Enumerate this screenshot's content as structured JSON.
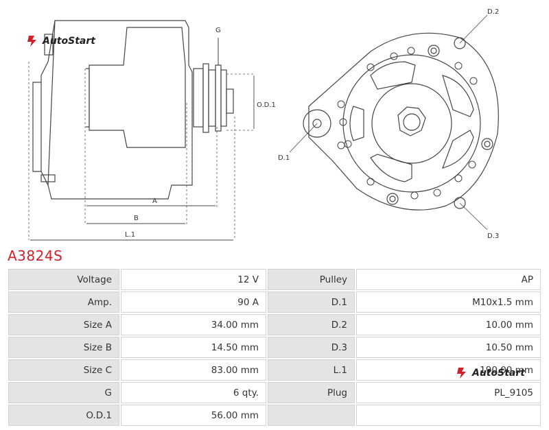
{
  "brand": {
    "name": "AutoStart",
    "accent": "#d0202a"
  },
  "diagram_labels": {
    "g": "G",
    "od1": "O.D.1",
    "a": "A",
    "b": "B",
    "l1": "L.1",
    "d1": "D.1",
    "d2": "D.2",
    "d3": "D.3"
  },
  "product_code": "A3824S",
  "specs": [
    {
      "left_label": "Voltage",
      "left_value": "12 V",
      "right_label": "Pulley",
      "right_value": "AP"
    },
    {
      "left_label": "Amp.",
      "left_value": "90 A",
      "right_label": "D.1",
      "right_value": "M10x1.5 mm"
    },
    {
      "left_label": "Size A",
      "left_value": "34.00 mm",
      "right_label": "D.2",
      "right_value": "10.00 mm"
    },
    {
      "left_label": "Size B",
      "left_value": "14.50 mm",
      "right_label": "D.3",
      "right_value": "10.50 mm"
    },
    {
      "left_label": "Size C",
      "left_value": "83.00 mm",
      "right_label": "L.1",
      "right_value": "190.00 mm"
    },
    {
      "left_label": "G",
      "left_value": "6 qty.",
      "right_label": "Plug",
      "right_value": "PL_9105"
    },
    {
      "left_label": "O.D.1",
      "left_value": "56.00 mm",
      "right_label": "",
      "right_value": ""
    }
  ]
}
